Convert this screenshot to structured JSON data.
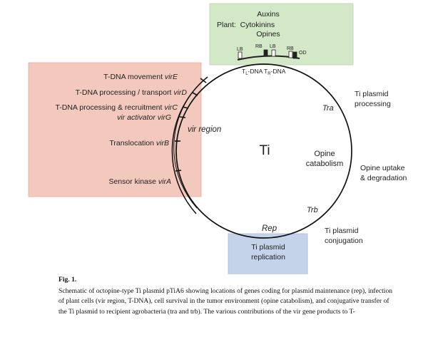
{
  "figure": {
    "plant_box": {
      "lines": [
        "Auxins",
        "Plant:  Cytokinins",
        "Opines"
      ],
      "border_labels": [
        "LB",
        "RB",
        "LB",
        "RB",
        "OD"
      ],
      "tdna_label_html": "T<tspan font-size=\"6\" dy=\"2\">L</tspan><tspan dy=\"-2\">-DNA T</tspan><tspan font-size=\"6\" dy=\"2\">R</tspan><tspan dy=\"-2\">-DNA</tspan>"
    },
    "vir_genes": [
      {
        "desc": "T-DNA movement ",
        "gene": "virE"
      },
      {
        "desc": "T-DNA processing / transport ",
        "gene": "virD"
      },
      {
        "desc": "T-DNA processing & recruitment ",
        "gene": "virC"
      },
      {
        "desc": "",
        "gene": "vir activator virG"
      },
      {
        "desc": "Translocation ",
        "gene": "virB"
      },
      {
        "desc": "Sensor kinase ",
        "gene": "virA"
      }
    ],
    "center_label": "Ti",
    "vir_region_label": "vir region",
    "tra_label": "Tra",
    "trb_label": "Trb",
    "rep_label": "Rep",
    "opine_catabolism": [
      "Opine",
      "catabolism"
    ],
    "ti_processing": [
      "Ti plasmid",
      "processing"
    ],
    "opine_uptake": [
      "Opine uptake",
      "& degradation"
    ],
    "ti_conjugation": [
      "Ti plasmid",
      "conjugation"
    ],
    "replication_box": [
      "Ti plasmid",
      "replication"
    ],
    "colors": {
      "plant": "#d3e8c7",
      "vir": "#f3c9bd",
      "rep": "#c5d3ea"
    }
  },
  "caption": {
    "label": "Fig. 1.",
    "text": "Schematic of octopine-type Ti plasmid pTiA6 showing locations of genes coding for plasmid maintenance (rep), infection of plant cells (vir region, T-DNA), cell survival in the tumor environment (opine catabolism), and conjugative transfer of the Ti plasmid to recipient agrobacteria (tra and trb). The various contributions of the vir gene products to T-"
  }
}
